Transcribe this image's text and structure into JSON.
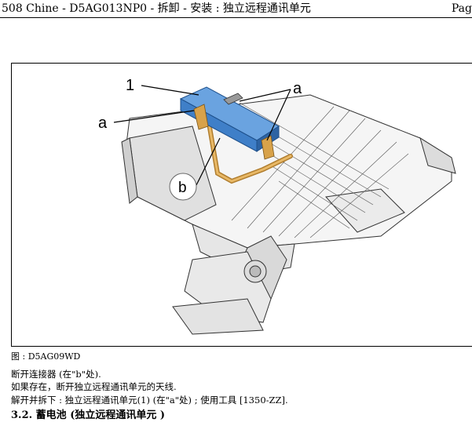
{
  "header": {
    "title": "508 Chine - D5AG013NP0 - 拆卸 - 安装 : 独立远程通讯单元",
    "page_label": "Pag"
  },
  "figure": {
    "callouts": {
      "one": "1",
      "a_right": "a",
      "a_left": "a",
      "b": "b"
    },
    "caption": "图 : D5AG09WD"
  },
  "instructions": [
    "断开连接器 (在\"b\"处).",
    "如果存在，断开独立远程通讯单元的天线.",
    "解开并拆下 : 独立远程通讯单元(1) (在\"a\"处) ; 使用工具 [1350-ZZ]."
  ],
  "section_heading": "3.2. 蓄电池 (独立远程通讯单元 )",
  "colors": {
    "module_blue": "#3f7fc8",
    "antenna_gold": "#d8a24a"
  }
}
